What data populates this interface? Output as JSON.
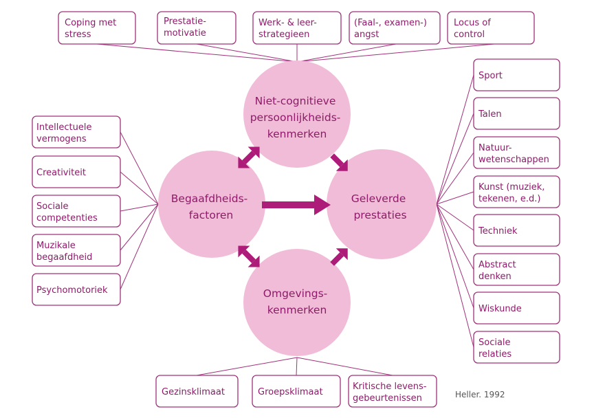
{
  "top_factors": [
    {
      "lines": [
        "Coping met",
        "stress"
      ]
    },
    {
      "lines": [
        "Prestatie-",
        "motivatie"
      ]
    },
    {
      "lines": [
        "Werk- & leer-",
        "strategieen"
      ]
    },
    {
      "lines": [
        "(Faal-, examen-)",
        "angst"
      ]
    },
    {
      "lines": [
        "Locus of",
        "control"
      ]
    }
  ],
  "left_factors": [
    {
      "lines": [
        "Intellectuele",
        "vermogens"
      ]
    },
    {
      "lines": [
        "Creativiteit"
      ]
    },
    {
      "lines": [
        "Sociale",
        "competenties"
      ]
    },
    {
      "lines": [
        "Muzikale",
        "begaafdheid"
      ]
    },
    {
      "lines": [
        "Psychomotoriek"
      ]
    }
  ],
  "right_domains": [
    {
      "lines": [
        "Sport"
      ]
    },
    {
      "lines": [
        "Talen"
      ]
    },
    {
      "lines": [
        "Natuur-",
        "wetenschappen"
      ]
    },
    {
      "lines": [
        "Kunst (muziek,",
        "tekenen, e.d.)"
      ]
    },
    {
      "lines": [
        "Techniek"
      ]
    },
    {
      "lines": [
        "Abstract",
        "denken"
      ]
    },
    {
      "lines": [
        "Wiskunde"
      ]
    },
    {
      "lines": [
        "Sociale",
        "relaties"
      ]
    }
  ],
  "bottom_factors": [
    {
      "lines": [
        "Gezinsklimaat"
      ]
    },
    {
      "lines": [
        "Groepsklimaat"
      ]
    },
    {
      "lines": [
        "Kritische levens-",
        "gebeurtenissen"
      ]
    }
  ],
  "circles": {
    "non_cognitive": {
      "lines": [
        "Niet-cognitieve",
        "persoonlijkheids-",
        "kenmerken"
      ]
    },
    "giftedness": {
      "lines": [
        "Begaafdheids-",
        "factoren"
      ]
    },
    "performance": {
      "lines": [
        "Geleverde",
        "prestaties"
      ]
    },
    "environment": {
      "lines": [
        "Omgevings-",
        "kenmerken"
      ]
    }
  },
  "credit": "Heller. 1992",
  "colors": {
    "circle_fill": "#f1bcd7",
    "accent": "#ad1c78",
    "text": "#8e1a6a",
    "line": "#a0307a"
  }
}
